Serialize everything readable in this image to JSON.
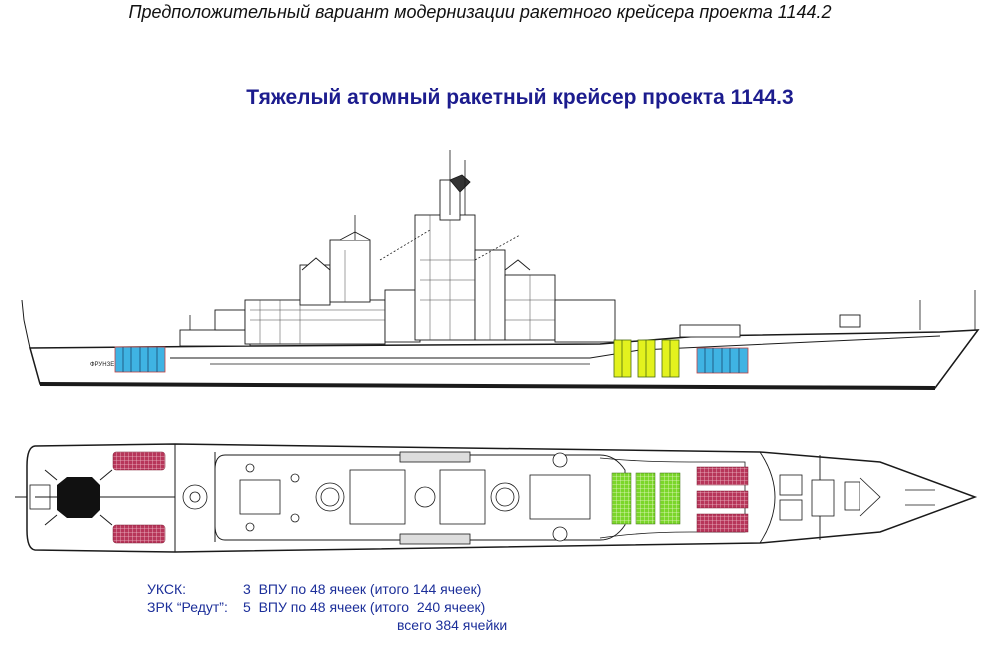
{
  "header": {
    "subtitle": "Предположительный вариант модернизации ракетного крейсера проекта 1144.2",
    "title": "Тяжелый атомный ракетный крейсер проекта 1144.3"
  },
  "drawing": {
    "ship_name": "ФРУНЗЕ",
    "colors": {
      "uksk_side": "#3fb3e3",
      "redut_side": "#e3f21e",
      "uksk_plan": "#b7365a",
      "redut_plan": "#7bd62a",
      "outline": "#1a1a1a"
    }
  },
  "legend": {
    "rows": [
      {
        "label": "УКСК:",
        "text": "3  ВПУ по 48 ячеек (итого 144 ячеек)"
      },
      {
        "label": "ЗРК “Редут”:",
        "text": "5  ВПУ по 48 ячеек (итого  240 ячеек)"
      }
    ],
    "total": "всего 384 ячейки"
  }
}
